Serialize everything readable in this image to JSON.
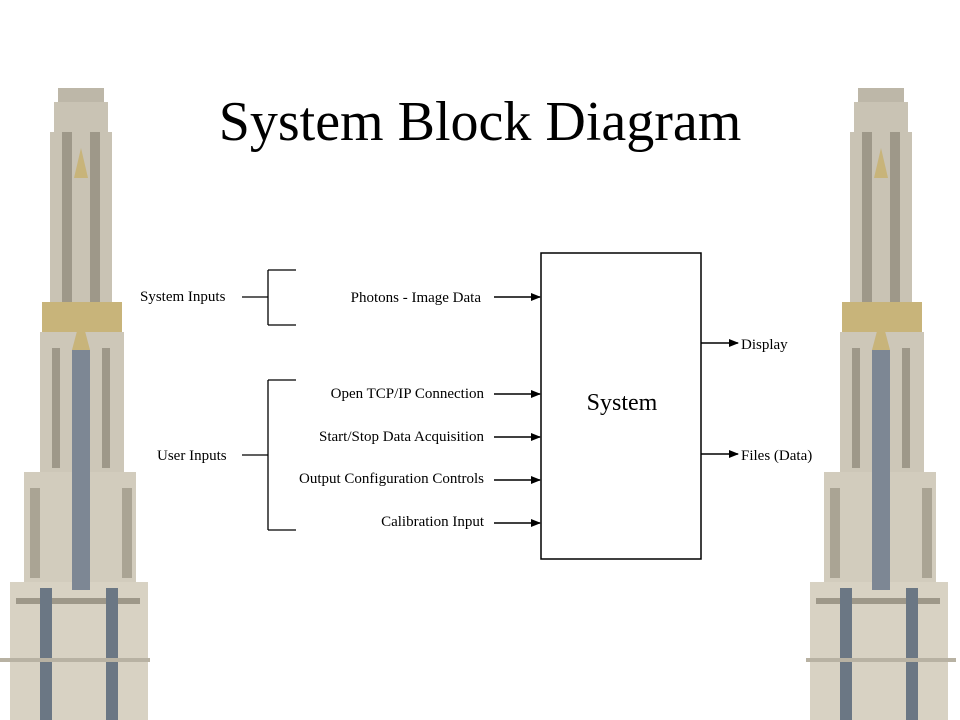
{
  "title": "System Block Diagram",
  "diagram": {
    "groups": {
      "system_inputs": "System Inputs",
      "user_inputs": "User Inputs"
    },
    "inputs": [
      "Photons - Image Data",
      "Open TCP/IP Connection",
      "Start/Stop Data Acquisition",
      "Output Configuration Controls",
      "Calibration Input"
    ],
    "block": "System",
    "outputs": [
      "Display",
      "Files (Data)"
    ]
  },
  "colors": {
    "tower_stone": "#c9c3b4",
    "tower_shadow": "#9e9889",
    "tower_window": "#6b7784",
    "tower_gold": "#c8b47a"
  }
}
